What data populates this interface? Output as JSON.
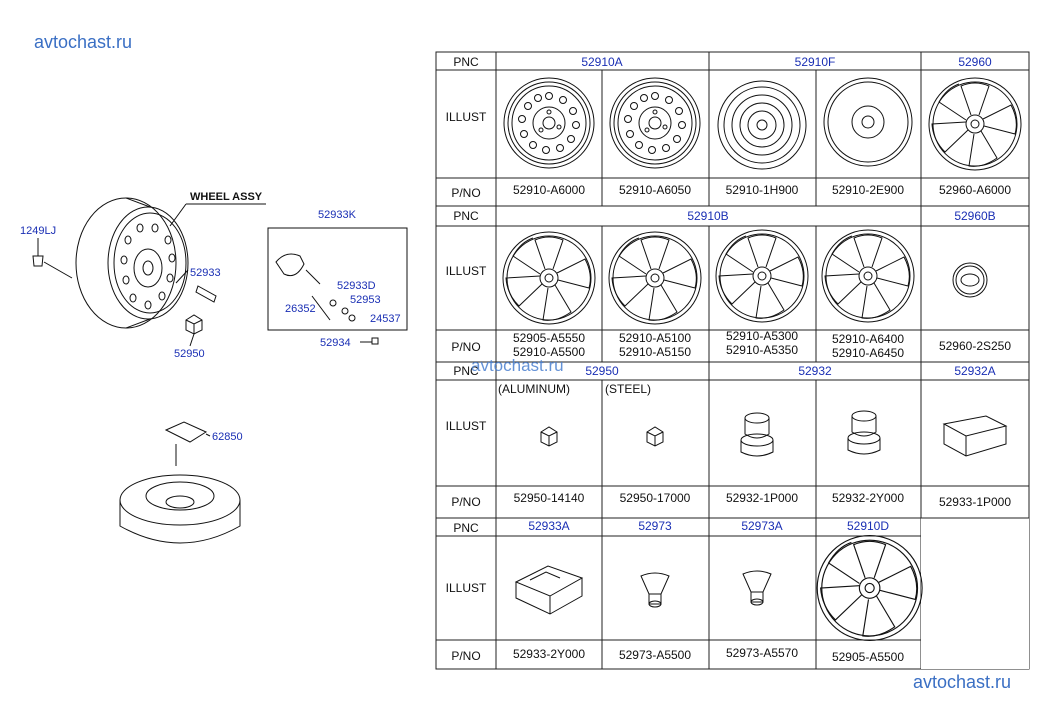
{
  "watermark": "avtochast.ru",
  "left_diagram": {
    "wheel_assy_label": "WHEEL ASSY",
    "parts": [
      "1249LJ",
      "52933",
      "52950",
      "52933K",
      "52933D",
      "52953",
      "26352",
      "24537",
      "52934",
      "62850"
    ]
  },
  "row_labels": {
    "pnc": "PNC",
    "illust": "ILLUST",
    "pno": "P/NO"
  },
  "notes": {
    "aluminum": "(ALUMINUM)",
    "steel": "(STEEL)"
  },
  "table": {
    "band1": {
      "pnc": [
        "52910A",
        "52910F",
        "52960"
      ],
      "pno": [
        "52910-A6000",
        "52910-A6050",
        "52910-1H900",
        "52910-2E900",
        "52960-A6000"
      ]
    },
    "band2": {
      "pnc": [
        "52910B",
        "52960B"
      ],
      "pno": [
        [
          "52905-A5550",
          "52910-A5500"
        ],
        [
          "52910-A5100",
          "52910-A5150"
        ],
        [
          "52910-A5300",
          "52910-A5350"
        ],
        [
          "52910-A6400",
          "52910-A6450"
        ],
        [
          "52960-2S250"
        ]
      ]
    },
    "band3": {
      "pnc": [
        "52950",
        "52932",
        "52932A"
      ],
      "pno": [
        "52950-14140",
        "52950-17000",
        "52932-1P000",
        "52932-2Y000",
        "52933-1P000"
      ]
    },
    "band4": {
      "pnc": [
        "52933A",
        "52973",
        "52973A",
        "52910D"
      ],
      "pno": [
        "52933-2Y000",
        "52973-A5500",
        "52973-A5570",
        "52905-A5500"
      ]
    }
  }
}
